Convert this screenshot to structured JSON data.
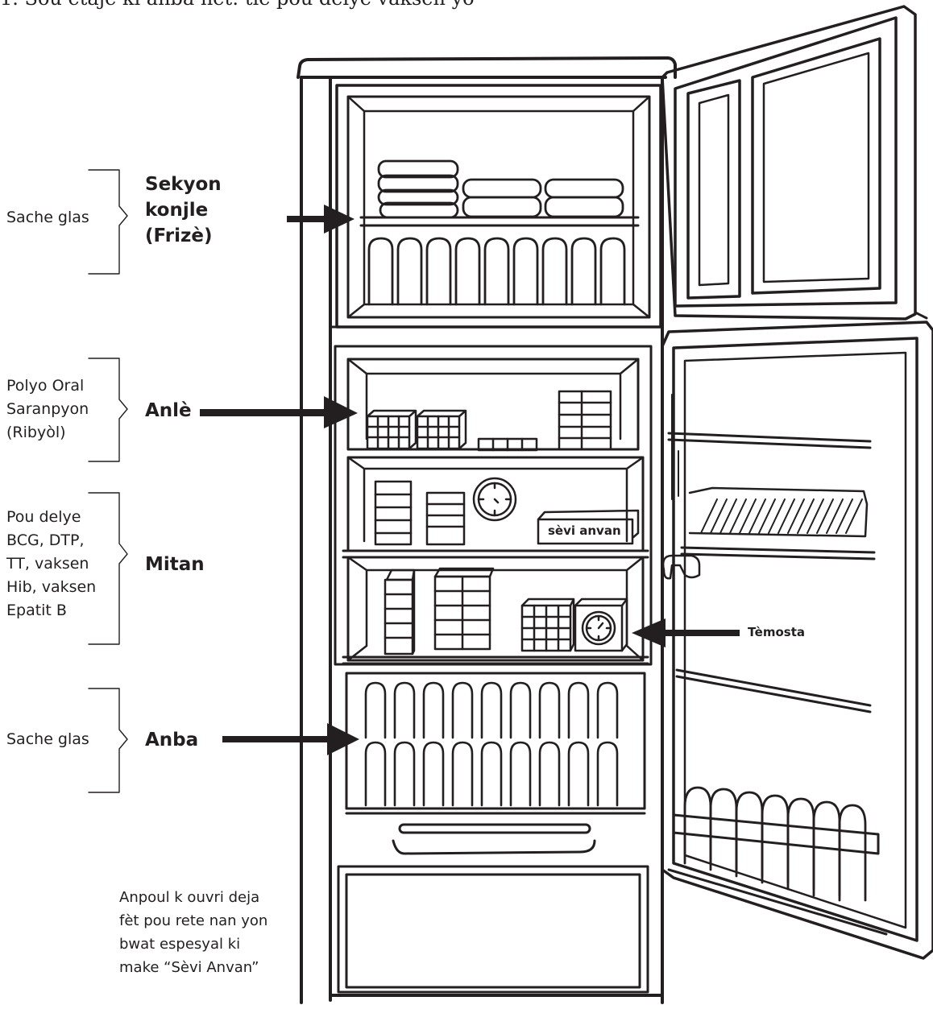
{
  "header_text": "1.  Sou etajè ki anba nèt: tiè pou delye vaksen yo",
  "left_labels": [
    {
      "text": "Sache glas"
    },
    {
      "text": "Polyo Oral\nSaranpyon\n(Ribyòl)"
    },
    {
      "text": "Pou delye\nBCG, DTP,\nTT, vaksen\nHib, vaksen\nEpatit B"
    },
    {
      "text": "Sache glas"
    }
  ],
  "zones": [
    {
      "text": "Sekyon\nkonjle\n(Frizè)"
    },
    {
      "text": "Anlè"
    },
    {
      "text": "Mitan"
    },
    {
      "text": "Anba"
    }
  ],
  "thermostat_label": "Tèmosta",
  "use_first_label": "sèvi anvan",
  "footnote": "Anpoul k ouvri deja\nfèt pou rete nan yon\nbwat espesyal ki\nmake “Sèvi Anvan”",
  "colors": {
    "ink": "#231f20",
    "background": "#ffffff"
  }
}
